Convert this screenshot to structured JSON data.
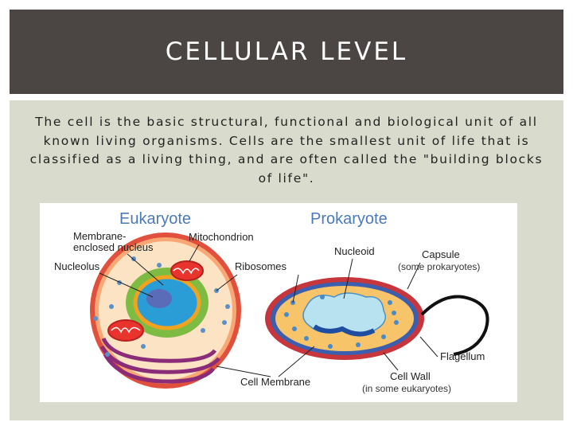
{
  "slide": {
    "title": "CELLULAR LEVEL",
    "body": "The cell is the basic structural, functional and biological unit of all known living organisms. Cells are the smallest unit of life that is classified as a living thing, and are often called the \"building blocks of life\"."
  },
  "figure": {
    "eukaryote_heading": "Eukaryote",
    "prokaryote_heading": "Prokaryote",
    "labels": {
      "membrane_line1": "Membrane-",
      "membrane_line2": "enclosed nucleus",
      "mitochondrion": "Mitochondrion",
      "nucleolus": "Nucleolus",
      "ribosomes": "Ribosomes",
      "nucleoid": "Nucleoid",
      "capsule": "Capsule",
      "capsule_note": "(some prokaryotes)",
      "flagellum": "Flagellum",
      "cell_membrane": "Cell Membrane",
      "cell_wall": "Cell Wall",
      "cell_wall_note": "(in some eukaryotes)"
    }
  }
}
